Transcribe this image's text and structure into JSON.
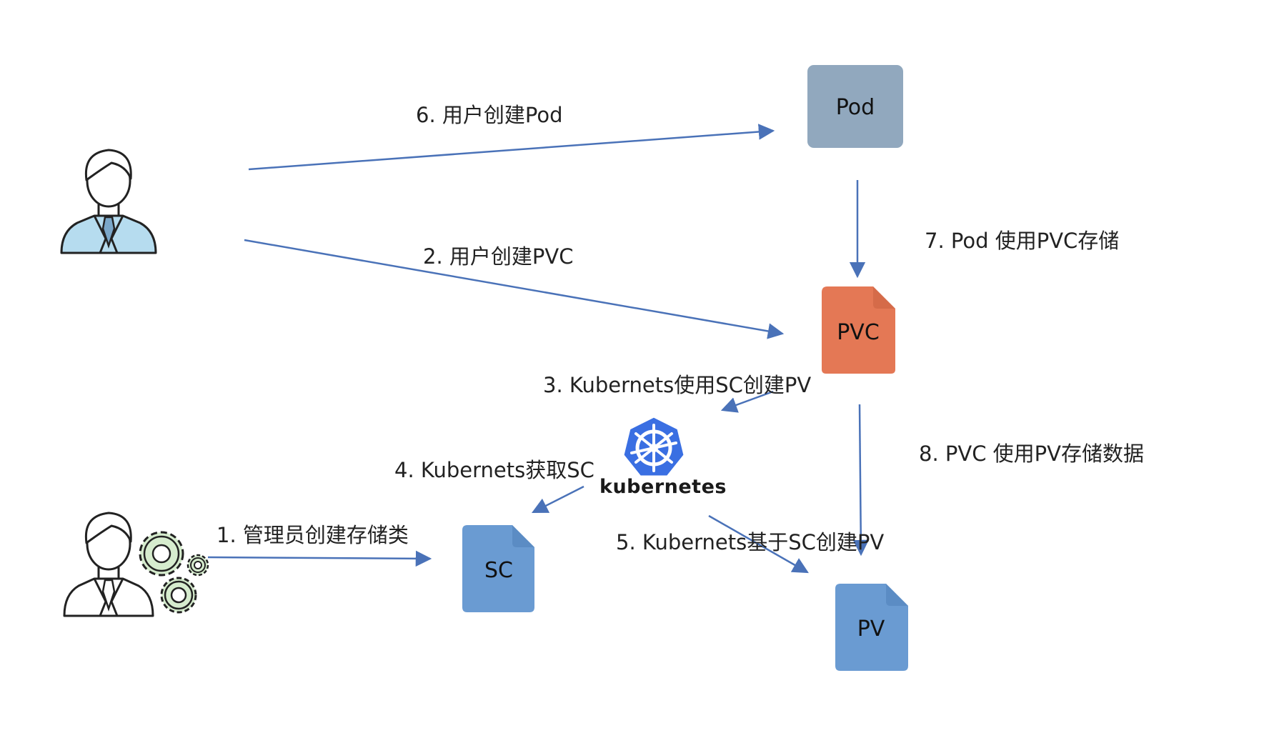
{
  "nodes": {
    "pod": "Pod",
    "pvc": "PVC",
    "sc": "SC",
    "pv": "PV"
  },
  "logo": {
    "text": "kubernetes"
  },
  "steps": {
    "s1": "1. 管理员创建存储类",
    "s2": "2. 用户创建PVC",
    "s3": "3. Kubernets使用SC创建PV",
    "s4": "4. Kubernets获取SC",
    "s5": "5. Kubernets基于SC创建PV",
    "s6": "6. 用户创建Pod",
    "s7": "7. Pod 使用PVC存储",
    "s8": "8. PVC 使用PV存储数据"
  },
  "colors": {
    "arrow": "#4a72b8",
    "pod": "#91a8be",
    "pvc": "#e47855",
    "sc": "#6a9bd2",
    "pv": "#6a9bd2",
    "k8s": "#3a6fe2",
    "user_shirt": "#b6dcef",
    "gear": "#d6ecce"
  }
}
